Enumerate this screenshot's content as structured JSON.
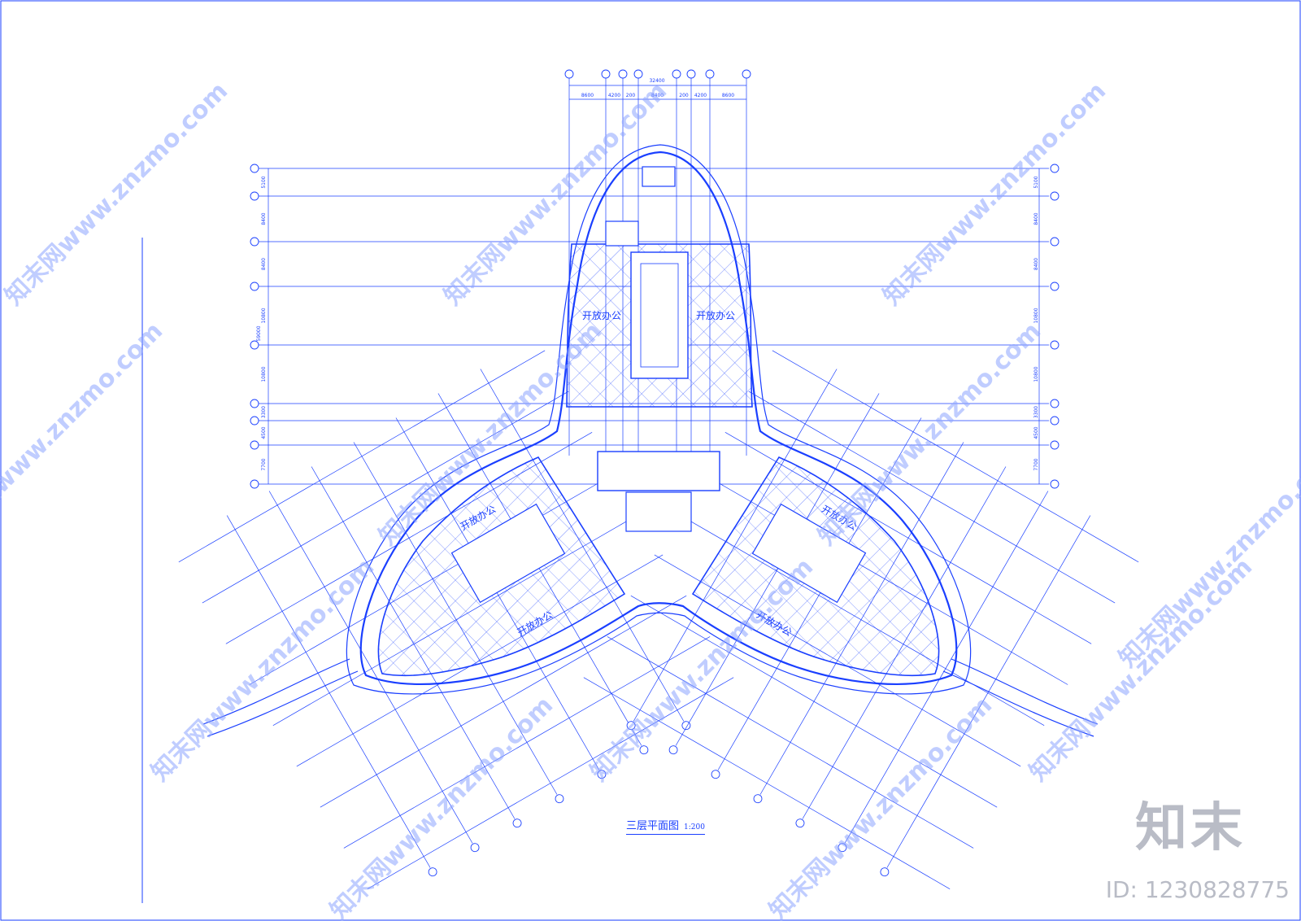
{
  "drawing": {
    "title": "三层平面图",
    "scale": "1:200",
    "top_dimension_total": "32400",
    "top_dimensions": [
      "8600",
      "4200",
      "200",
      "8400",
      "200",
      "4200",
      "8600"
    ],
    "side_dimensions": [
      "5100",
      "8400",
      "8400",
      "10800",
      "10800",
      "3300",
      "4500",
      "7700"
    ],
    "side_total": "59000",
    "room_labels": [
      "开放办公",
      "开放办公",
      "开放办公",
      "开放办公",
      "开放办公",
      "开放办公"
    ]
  },
  "watermark": {
    "text": "知末网www.znzmo.com",
    "brand": "知末",
    "id_label": "ID: 1230828775"
  },
  "colors": {
    "line": "#1a3fff",
    "watermark": "#b9bcc6"
  }
}
